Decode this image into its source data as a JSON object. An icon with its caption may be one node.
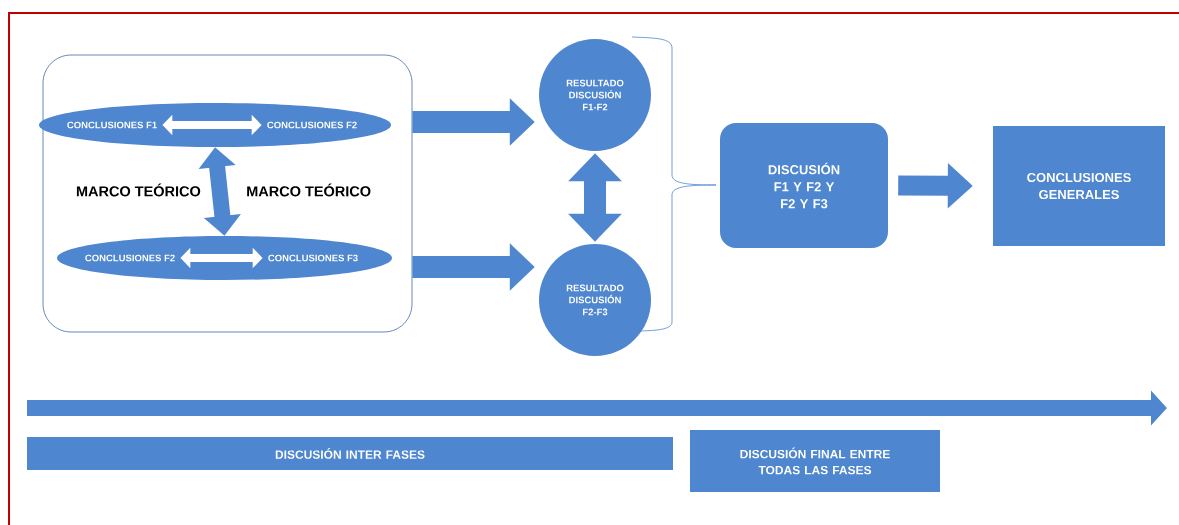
{
  "diagram": {
    "nodes": [
      {
        "text": [
          "MARCO TEÓRICO",
          "MARCO TEÓRICO"
        ]
      },
      {
        "text": [],
        "shape": "ellipse",
        "in": 0
      },
      {
        "text": [
          "CONCLUSIONES F1"
        ],
        "in": 1
      },
      {
        "text": [
          "CONCLUSIONES F2"
        ],
        "in": 1
      },
      {
        "text": [],
        "shape": "ellipse",
        "in": 0
      },
      {
        "text": [
          "CONCLUSIONES F2"
        ],
        "in": 4
      },
      {
        "text": [
          "CONCLUSIONES F3"
        ],
        "in": 4
      },
      {
        "text": [
          "RESULTADO DISCUSIÓN F1-F2"
        ]
      },
      {
        "text": [
          "RESULTADO DISCUSIÓN F2-F3"
        ]
      },
      {
        "text": [
          "DISCUSIÓN F1 Y F2 Y F2 Y F3"
        ]
      },
      {
        "text": [
          "CONCLUSIONES GENERALES"
        ]
      },
      {
        "text": [
          "DISCUSIÓN INTER FASES"
        ]
      },
      {
        "text": [
          "DISCUSIÓN FINAL ENTRE TODAS LAS FASES"
        ]
      }
    ],
    "edges": [
      {
        "from": 2,
        "to": 3,
        "arrow": "both",
        "color": "#ffffff"
      },
      {
        "from": 1,
        "to": 4,
        "arrow": "both"
      },
      {
        "from": 5,
        "to": 6,
        "arrow": "both",
        "color": "#ffffff"
      },
      {
        "from": 0,
        "to": 7,
        "arrow": "to"
      },
      {
        "from": 0,
        "to": 8,
        "arrow": "to"
      },
      {
        "from": 7,
        "to": 8,
        "arrow": "both"
      },
      {
        "from": 9,
        "to": 10,
        "arrow": "to"
      }
    ]
  }
}
